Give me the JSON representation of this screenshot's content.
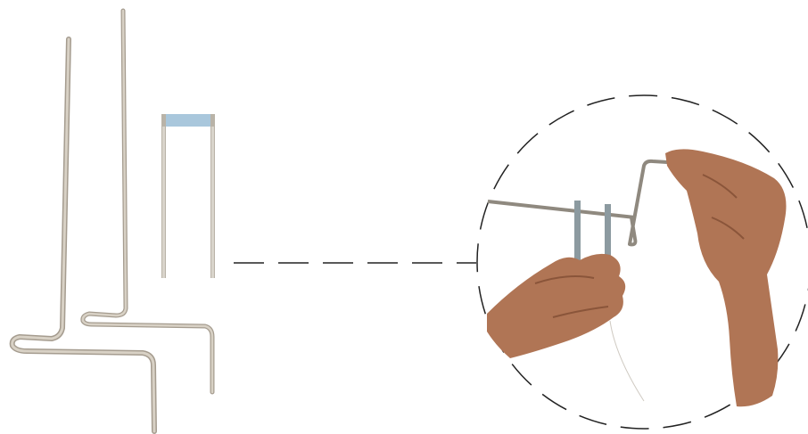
{
  "colors": {
    "background": "#ffffff",
    "wire": "#c9c1b4",
    "wire_shadow": "#a59c8f",
    "bracket_top": "#a9c7dc",
    "dash": "#222222",
    "skin": "#b07555",
    "skin_dark": "#8a553a",
    "rod": "#9a948a"
  },
  "parts": {
    "bent_wire_tall": "wire-piece",
    "bent_wire_short": "wire-piece",
    "u_bracket": "u-shaped-bracket",
    "detail_view": "hands-assembling-crank"
  }
}
